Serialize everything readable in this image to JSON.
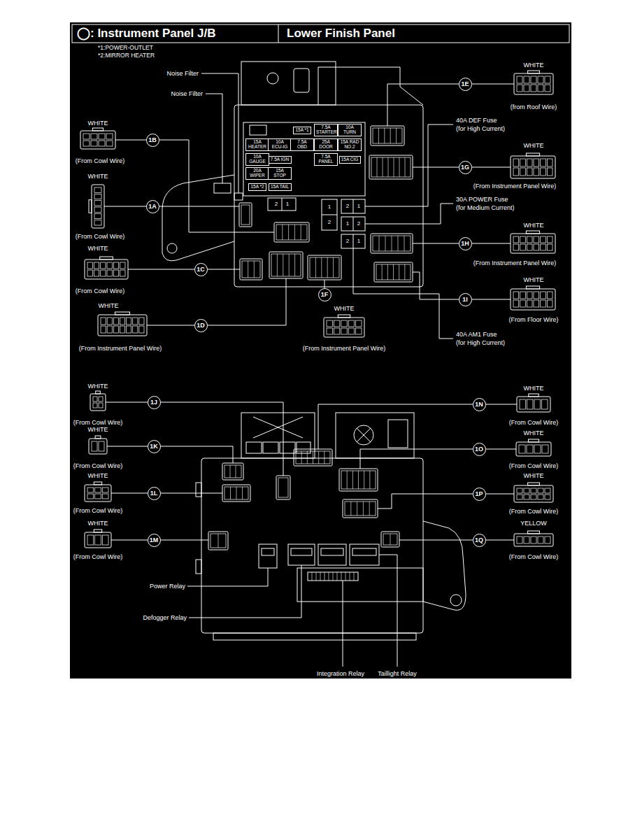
{
  "diagram": {
    "title": "◯: Instrument Panel J/B",
    "nodes": [
      {
        "text": [
          "WHITE",
          "(From Cowl Wire)"
        ]
      },
      {
        "text": [
          "WHITE",
          "(From Cowl Wire)"
        ]
      },
      {
        "text": [
          "WHITE",
          "(From Cowl Wire)"
        ]
      },
      {
        "text": [
          "WHITE",
          "(From Instrument Panel Wire)"
        ]
      },
      {
        "text": [
          "WHITE",
          "(From Instrument Panel Wire)"
        ]
      },
      {
        "text": [
          "WHITE",
          "(from Roof Wire)"
        ]
      },
      {
        "text": [
          "WHITE",
          "(From Instrument Panel Wire)"
        ]
      },
      {
        "text": [
          "WHITE",
          "(From Instrument Panel Wire)"
        ]
      },
      {
        "text": [
          "WHITE",
          "(From Floor Wire)"
        ]
      },
      {
        "text": [
          "WHITE",
          "(From Cowl Wire)"
        ]
      },
      {
        "text": [
          "WHITE",
          "(From Cowl Wire)"
        ]
      },
      {
        "text": [
          "WHITE",
          "(From Cowl Wire)"
        ]
      },
      {
        "text": [
          "WHITE",
          "(From Cowl Wire)"
        ]
      },
      {
        "text": [
          "WHITE",
          "(From Cowl Wire)"
        ]
      },
      {
        "text": [
          "WHITE",
          "(From Cowl Wire)"
        ]
      },
      {
        "text": [
          "WHITE",
          "(From Cowl Wire)"
        ]
      },
      {
        "text": [
          "YELLOW",
          "(From Cowl Wire)"
        ]
      },
      {
        "text": [
          "1B"
        ]
      },
      {
        "text": [
          "1A"
        ]
      },
      {
        "text": [
          "1C"
        ]
      },
      {
        "text": [
          "1D"
        ]
      },
      {
        "text": [
          "1F"
        ]
      },
      {
        "text": [
          "1E"
        ]
      },
      {
        "text": [
          "1G"
        ]
      },
      {
        "text": [
          "1H"
        ]
      },
      {
        "text": [
          "1I"
        ]
      },
      {
        "text": [
          "1J"
        ]
      },
      {
        "text": [
          "1K"
        ]
      },
      {
        "text": [
          "1L"
        ]
      },
      {
        "text": [
          "1M"
        ]
      },
      {
        "text": [
          "1N"
        ]
      },
      {
        "text": [
          "1O"
        ]
      },
      {
        "text": [
          "1P"
        ]
      },
      {
        "text": [
          "1Q"
        ]
      },
      {
        "text": [
          "15A *1"
        ]
      },
      {
        "text": [
          "7.5A STARTER"
        ]
      },
      {
        "text": [
          "10A TURN"
        ]
      },
      {
        "text": [
          "15A HEATER"
        ]
      },
      {
        "text": [
          "10A ECU-IG"
        ]
      },
      {
        "text": [
          "7.5A OBD"
        ]
      },
      {
        "text": [
          "25A DOOR"
        ]
      },
      {
        "text": [
          "15A RAD NO.2"
        ]
      },
      {
        "text": [
          "10A GAUGE"
        ]
      },
      {
        "text": [
          "7.5A IGN"
        ]
      },
      {
        "text": [
          "7.5A PANEL"
        ]
      },
      {
        "text": [
          "15A CIG"
        ]
      },
      {
        "text": [
          "20A WIPER"
        ]
      },
      {
        "text": [
          "15A STOP"
        ]
      },
      {
        "text": [
          "15A *2"
        ]
      },
      {
        "text": [
          "15A TAIL"
        ]
      }
    ],
    "labels": [
      "Lower Finish Panel",
      "*1:POWER-OUTLET",
      "*2:MIRROR HEATER",
      "Noise Filter",
      "Noise Filter",
      "40A DEF Fuse",
      "(for High Current)",
      "30A POWER Fuse",
      "(for Medium Current)",
      "40A AM1 Fuse",
      "(for High Current)",
      "2",
      "1",
      "1",
      "2",
      "2",
      "1",
      "1",
      "2",
      "2",
      "1",
      "Power Relay",
      "Defogger Relay",
      "Integration Relay",
      "Taillight Relay"
    ]
  }
}
